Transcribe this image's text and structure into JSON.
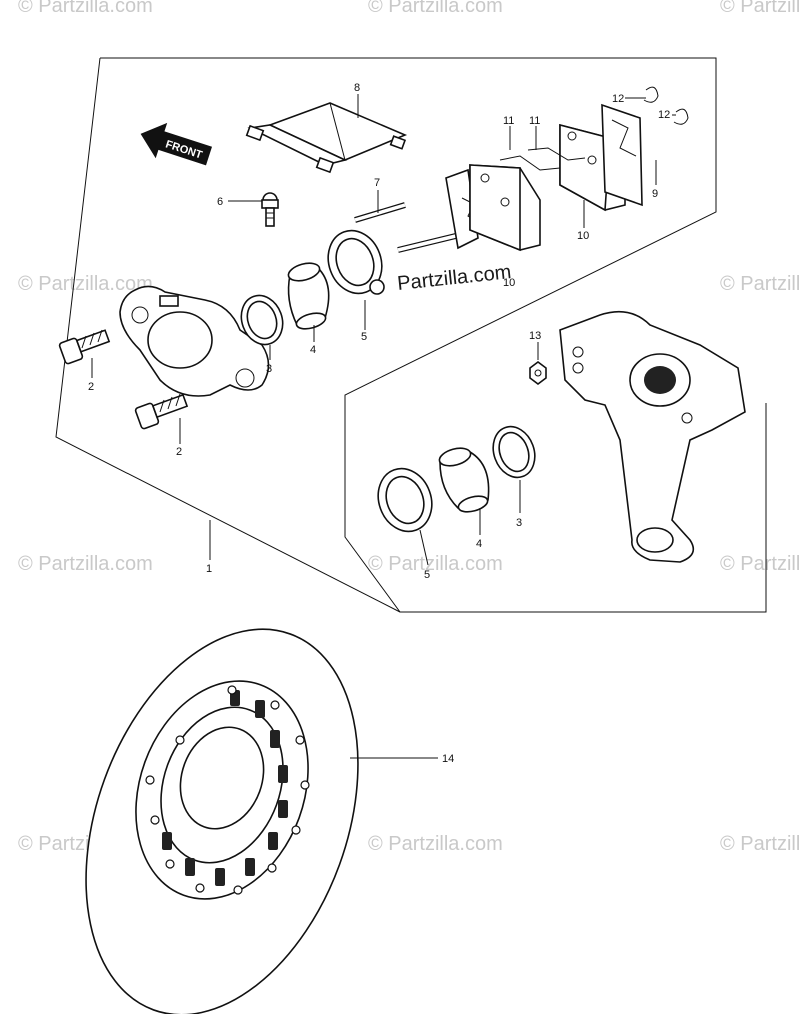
{
  "watermark": {
    "text": "© Partzilla.com",
    "center_text": "Partzilla.com"
  },
  "front_label": "FRONT",
  "callouts": {
    "c1": "1",
    "c2a": "2",
    "c2b": "2",
    "c3a": "3",
    "c3b": "3",
    "c4a": "4",
    "c4b": "4",
    "c5a": "5",
    "c5b": "5",
    "c6": "6",
    "c7": "7",
    "c8": "8",
    "c9": "9",
    "c10a": "10",
    "c10b": "10",
    "c11a": "11",
    "c11b": "11",
    "c12a": "12",
    "c12b": "12",
    "c13": "13",
    "c14": "14"
  },
  "colors": {
    "line": "#111111",
    "watermark": "#c9c9c9",
    "background": "#ffffff"
  }
}
